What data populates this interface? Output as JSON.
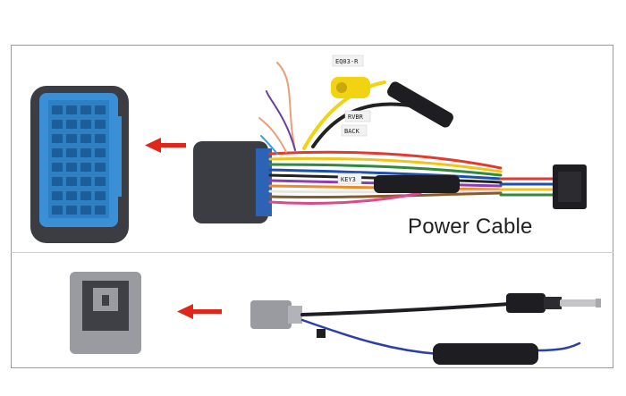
{
  "labels": {
    "power_cable": "Power Cable"
  },
  "wire_tags": [
    "KEY3",
    "BACK",
    "RVBR",
    "EQ03-R"
  ],
  "colors": {
    "connector_blue": "#3a8fd6",
    "foam_dark": "#3b3d42",
    "arrow_red": "#e0261b",
    "plug_grey": "#9a9ba0",
    "rca_yellow": "#f1d312",
    "background": "#ffffff",
    "frame": "#9a9a9a"
  },
  "icons": [
    "left-arrow-icon",
    "left-arrow-icon"
  ]
}
